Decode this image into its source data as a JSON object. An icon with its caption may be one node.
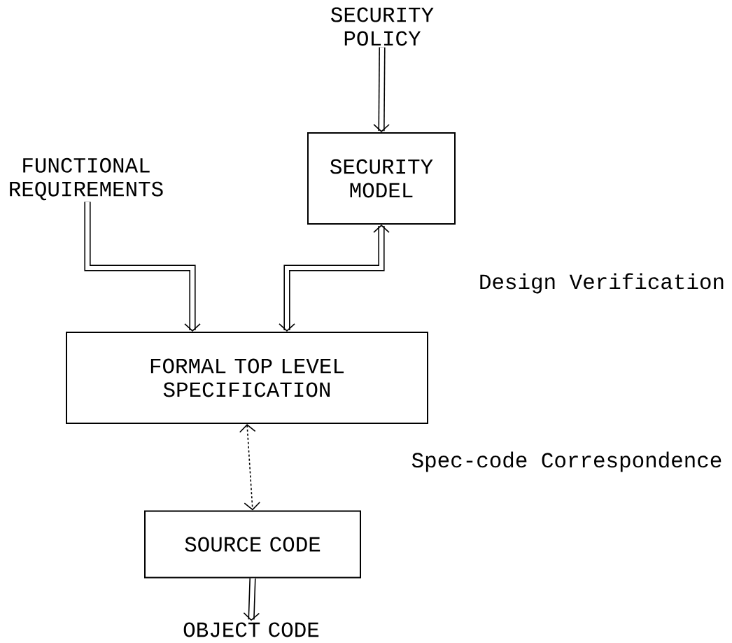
{
  "diagram": {
    "nodes": [
      {
        "text": [
          "SECURITY POLICY"
        ]
      },
      {
        "text": [
          "SECURITY MODEL"
        ]
      },
      {
        "text": [
          "FUNCTIONAL REQUIREMENTS"
        ]
      },
      {
        "text": [
          "FORMAL TOP LEVEL SPECIFICATION"
        ]
      },
      {
        "text": [
          "SOURCE CODE"
        ]
      },
      {
        "text": [
          "OBJECT CODE"
        ]
      }
    ],
    "edges": [
      {
        "from": 0,
        "to": 1,
        "arrow": "to"
      },
      {
        "from": 2,
        "to": 3,
        "arrow": "to"
      },
      {
        "from": 1,
        "to": 3,
        "arrow": "both"
      },
      {
        "from": 3,
        "to": 4,
        "arrow": "both",
        "style": "dashed"
      },
      {
        "from": 4,
        "to": 5,
        "arrow": "to"
      }
    ],
    "labels": [
      "Design Verification",
      "Spec-code Correspondence"
    ]
  }
}
